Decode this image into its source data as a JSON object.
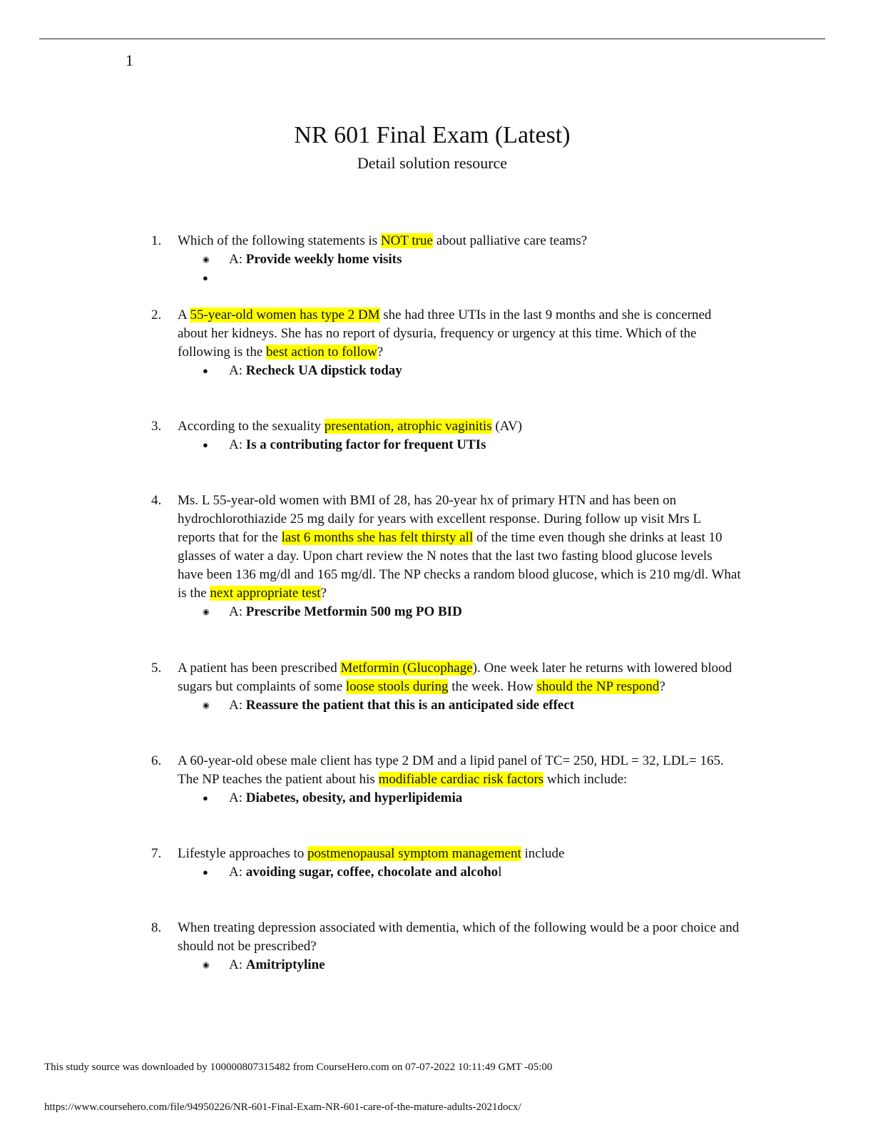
{
  "page_number": "1",
  "title": "NR 601 Final Exam (Latest)",
  "subtitle": "Detail solution resource",
  "questions": [
    {
      "num": "1.",
      "parts": [
        {
          "t": "Which of the following statements is "
        },
        {
          "t": "NOT true",
          "hl": true
        },
        {
          "t": " about palliative care teams?"
        }
      ],
      "answer_prefix": "A: ",
      "answer": "Provide weekly home visits",
      "answer_tail": "",
      "bullet": "ring",
      "extra_bullet": true
    },
    {
      "num": "2.",
      "parts": [
        {
          "t": "A "
        },
        {
          "t": "55-year-old women has type 2 DM",
          "hl": true
        },
        {
          "t": " she had three UTIs in the last 9 months and she is concerned about her kidneys. She has no report of dysuria, frequency or urgency at this time. Which of the following is the "
        },
        {
          "t": "best action to follow",
          "hl": true
        },
        {
          "t": "?"
        }
      ],
      "answer_prefix": "A: ",
      "answer": "Recheck UA dipstick today",
      "answer_tail": "",
      "bullet": "dot"
    },
    {
      "num": "3.",
      "parts": [
        {
          "t": "According to the sexuality "
        },
        {
          "t": "presentation, atrophic vaginitis",
          "hl": true
        },
        {
          "t": " (AV)"
        }
      ],
      "answer_prefix": "A: ",
      "answer": "Is a contributing factor for frequent UTIs",
      "answer_tail": "",
      "bullet": "dot"
    },
    {
      "num": "4.",
      "parts": [
        {
          "t": "Ms. L 55-year-old women with BMI of 28, has 20-year hx of primary HTN and has been on hydrochlorothiazide 25 mg daily for years with excellent response. During follow up visit Mrs L reports that for the "
        },
        {
          "t": "last 6 months she has felt thirsty all",
          "hl": true
        },
        {
          "t": " of the time even though she drinks at least 10 glasses of water a day. Upon chart review the N notes that the last two fasting blood glucose levels have been 136 mg/dl and 165 mg/dl. The NP checks a random blood glucose, which is 210 mg/dl. What is the "
        },
        {
          "t": "next appropriate test",
          "hl": true
        },
        {
          "t": "?"
        }
      ],
      "answer_prefix": "A: ",
      "answer": "Prescribe Metformin 500 mg PO BID",
      "answer_tail": "",
      "bullet": "ring"
    },
    {
      "num": "5.",
      "parts": [
        {
          "t": "A patient has been prescribed "
        },
        {
          "t": "Metformin (Glucophage",
          "hl": true
        },
        {
          "t": "). One week later he returns with lowered blood sugars but complaints of some "
        },
        {
          "t": "loose stools during",
          "hl": true
        },
        {
          "t": " the week. How "
        },
        {
          "t": "should the NP respond",
          "hl": true
        },
        {
          "t": "?"
        }
      ],
      "answer_prefix": "A: ",
      "answer": "Reassure the patient that this is an anticipated side effect",
      "answer_tail": "",
      "bullet": "ring"
    },
    {
      "num": "6.",
      "parts": [
        {
          "t": "A 60-year-old obese male client has type 2 DM and a lipid panel of TC= 250, HDL = 32, LDL= 165. The NP teaches the patient about his "
        },
        {
          "t": "modifiable cardiac risk factors",
          "hl": true
        },
        {
          "t": " which include:"
        }
      ],
      "answer_prefix": "A: ",
      "answer": "Diabetes, obesity, and hyperlipidemia",
      "answer_tail": "",
      "bullet": "dot"
    },
    {
      "num": "7.",
      "parts": [
        {
          "t": "Lifestyle approaches to "
        },
        {
          "t": "postmenopausal symptom management",
          "hl": true
        },
        {
          "t": " include"
        }
      ],
      "answer_prefix": "A: ",
      "answer": "avoiding sugar, coffee, chocolate and alcoho",
      "answer_tail": "l",
      "bullet": "dot"
    },
    {
      "num": "8.",
      "parts": [
        {
          "t": "When treating depression associated with dementia, which of the following would be a poor choice and should not be prescribed?"
        }
      ],
      "answer_prefix": "A: ",
      "answer": "Amitriptyline",
      "answer_tail": "",
      "bullet": "ring"
    }
  ],
  "footer": {
    "source": "This study source was downloaded by 100000807315482 from CourseHero.com on 07-07-2022 10:11:49 GMT -05:00",
    "url": "https://www.coursehero.com/file/94950226/NR-601-Final-Exam-NR-601-care-of-the-mature-adults-2021docx/"
  },
  "colors": {
    "highlight": "#ffff00",
    "text": "#111111"
  }
}
